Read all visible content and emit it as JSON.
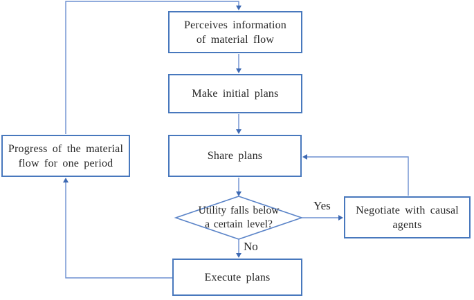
{
  "diagram": {
    "type": "flowchart",
    "background": "#ffffff",
    "colors": {
      "box_border": "#4878bd",
      "connector_line": "#6b8fd0",
      "arrowhead": "#3d69b3",
      "text": "#262626"
    },
    "nodes": {
      "perceive": {
        "shape": "rect",
        "label": "Perceives information of material flow",
        "lines": [
          "Perceives information",
          "of material flow"
        ]
      },
      "make_plans": {
        "shape": "rect",
        "label": "Make initial plans",
        "lines": [
          "Make initial plans"
        ]
      },
      "share_plans": {
        "shape": "rect",
        "label": "Share plans",
        "lines": [
          "Share plans"
        ]
      },
      "utility_check": {
        "shape": "diamond",
        "label": "Utility falls below a certain level?",
        "lines": [
          "Utility falls below",
          "a certain level?"
        ]
      },
      "negotiate": {
        "shape": "rect",
        "label": "Negotiate with causal agents",
        "lines": [
          "Negotiate with causal",
          "agents"
        ]
      },
      "execute": {
        "shape": "rect",
        "label": "Execute plans",
        "lines": [
          "Execute plans"
        ]
      },
      "progress": {
        "shape": "rect",
        "label": "Progress of the material flow for one period",
        "lines": [
          "Progress of the material",
          "flow for one period"
        ]
      }
    },
    "edges": [
      {
        "from": "perceive",
        "to": "make_plans",
        "label": ""
      },
      {
        "from": "make_plans",
        "to": "share_plans",
        "label": ""
      },
      {
        "from": "share_plans",
        "to": "utility_check",
        "label": ""
      },
      {
        "from": "utility_check",
        "to": "negotiate",
        "label": "Yes"
      },
      {
        "from": "negotiate",
        "to": "share_plans",
        "label": ""
      },
      {
        "from": "utility_check",
        "to": "execute",
        "label": "No"
      },
      {
        "from": "execute",
        "to": "progress",
        "label": ""
      },
      {
        "from": "progress",
        "to": "perceive",
        "label": ""
      }
    ]
  }
}
